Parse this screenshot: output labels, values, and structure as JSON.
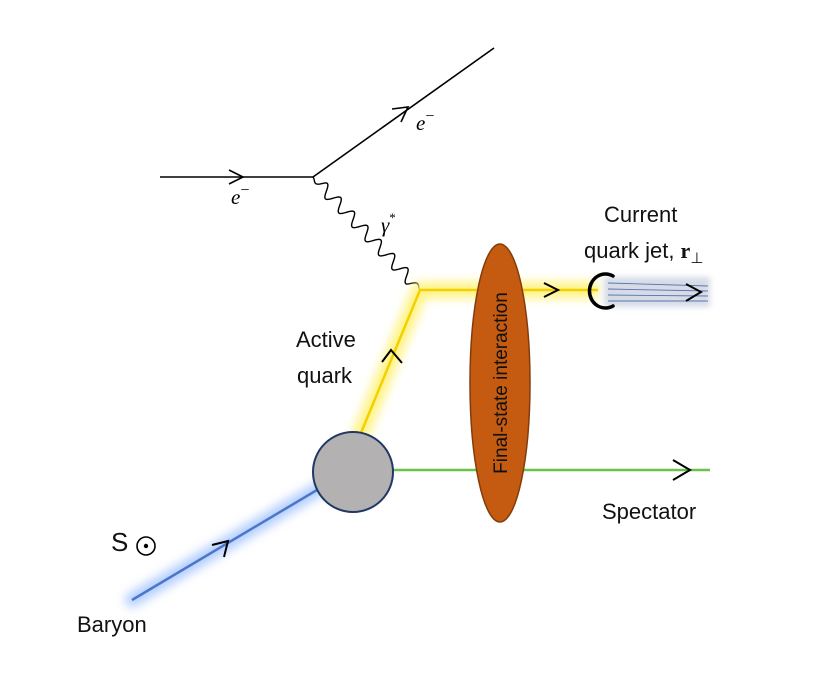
{
  "labels": {
    "electron_out": "e",
    "electron_in": "e",
    "electron_charge": "−",
    "photon": "γ",
    "photon_star": "*",
    "current_jet_line1": "Current",
    "current_jet_line2": "quark jet,",
    "jet_vector": "r",
    "jet_vector_sub": "⊥",
    "active_line1": "Active",
    "active_line2": "quark",
    "fsi": "Final-state interaction",
    "spectator": "Spectator",
    "spin": "S",
    "baryon": "Baryon"
  },
  "colors": {
    "quark_yellow": "#f5d000",
    "quark_glow": "#fff27a",
    "spectator_green": "#6cc24a",
    "spectator_glow": "#c6efb0",
    "baryon_blue": "#4a78c8",
    "baryon_glow": "#a9c6ff",
    "vertex_fill": "#b3b1b1",
    "vertex_stroke": "#1f3864",
    "fsi_fill": "#c55a11",
    "fsi_stroke": "#843c0c",
    "jet_fill": "#d6dbe6",
    "jet_lines": "#5b74b0"
  }
}
